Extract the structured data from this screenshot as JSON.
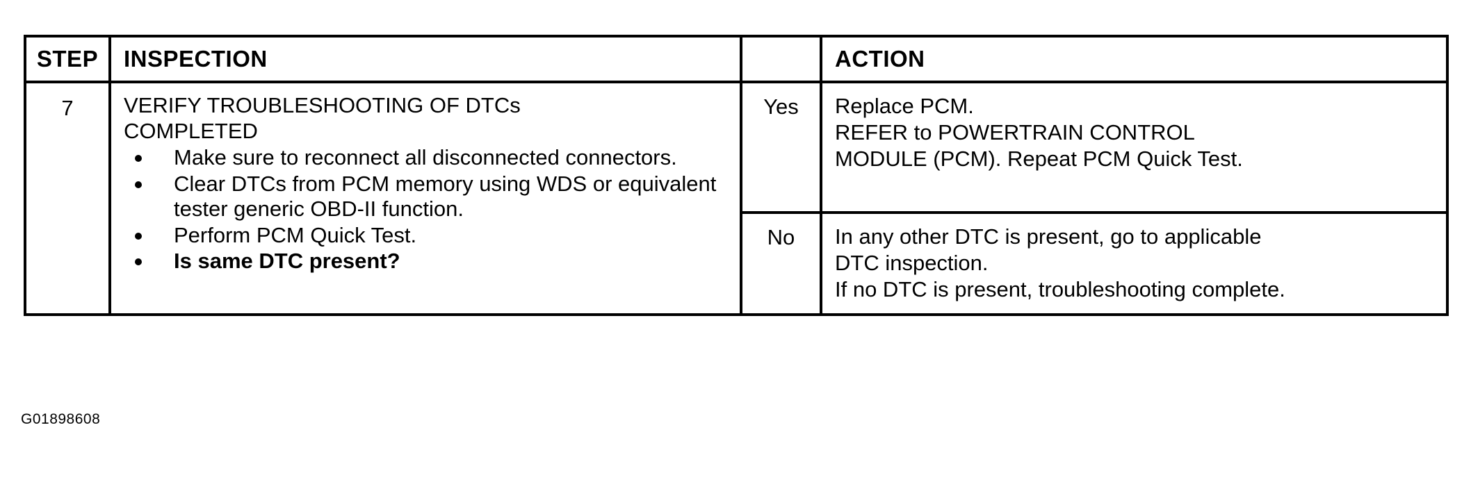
{
  "figure": {
    "id_label": "G01898608"
  },
  "table": {
    "headers": {
      "step": "STEP",
      "inspection": "INSPECTION",
      "yesno": "",
      "action": "ACTION"
    },
    "rows": [
      {
        "step": "7",
        "inspection": {
          "title": "VERIFY TROUBLESHOOTING OF DTCs\nCOMPLETED",
          "bullets": [
            {
              "text": "Make sure to reconnect all disconnected connectors.",
              "bold": false
            },
            {
              "text": "Clear DTCs from PCM memory using WDS or equivalent tester generic OBD-II function.",
              "bold": false
            },
            {
              "text": "Perform PCM Quick Test.",
              "bold": false
            },
            {
              "text": "Is same DTC present?",
              "bold": true
            }
          ]
        },
        "results": [
          {
            "label": "Yes",
            "action": "Replace PCM.\nREFER to POWERTRAIN CONTROL\nMODULE (PCM).  Repeat PCM Quick Test."
          },
          {
            "label": "No",
            "action": "In any other DTC is present, go to applicable\nDTC inspection.\nIf no DTC is present, troubleshooting complete."
          }
        ]
      }
    ]
  }
}
